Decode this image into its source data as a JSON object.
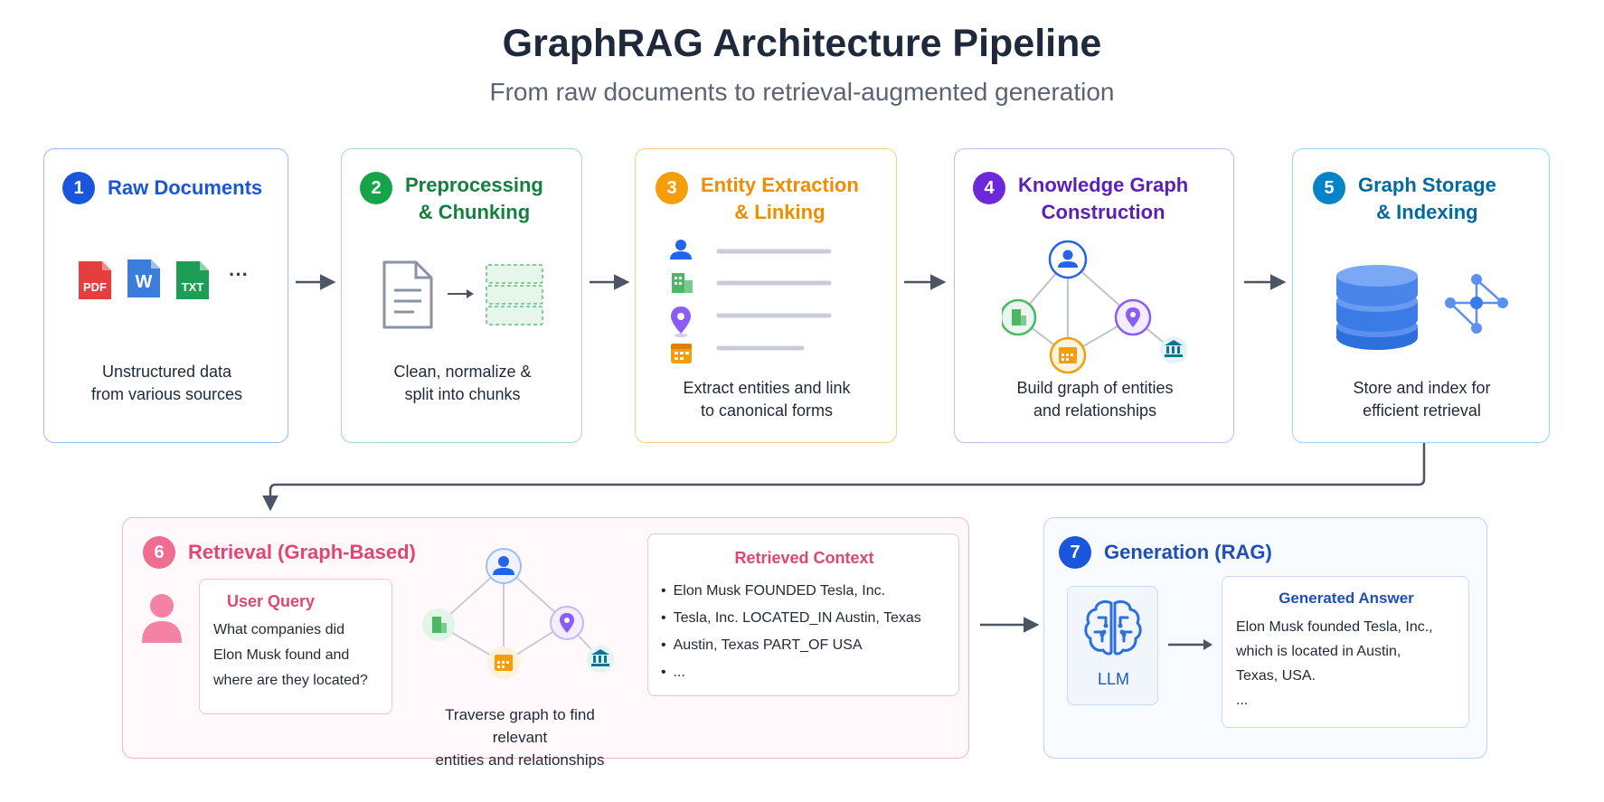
{
  "title": "GraphRAG Architecture Pipeline",
  "subtitle": "From raw documents to retrieval-augmented generation",
  "colors": {
    "blue": "#1a56db",
    "green": "#16a34a",
    "orange": "#f59e0b",
    "purple": "#6d28d9",
    "teal": "#0284c7",
    "pink": "#e11d63",
    "arrow": "#4b5563"
  },
  "steps": [
    {
      "num": "1",
      "title": "Raw Documents",
      "desc": "Unstructured data\nfrom various sources",
      "icons": [
        "pdf-file-icon",
        "word-file-icon",
        "txt-file-icon",
        "more-dots-icon"
      ],
      "badges": {
        "pdf": "PDF",
        "word": "W",
        "txt": "TXT",
        "more": "···"
      }
    },
    {
      "num": "2",
      "title": "Preprocessing\n& Chunking",
      "desc": "Clean, normalize &\nsplit into chunks",
      "icons": [
        "document-icon",
        "arrow-right-icon",
        "chunks-icon"
      ]
    },
    {
      "num": "3",
      "title": "Entity Extraction\n& Linking",
      "desc": "Extract entities and link\nto canonical forms",
      "icons": [
        "person-icon",
        "building-icon",
        "location-pin-icon",
        "calendar-icon"
      ]
    },
    {
      "num": "4",
      "title": "Knowledge Graph\nConstruction",
      "desc": "Build graph of entities\nand relationships",
      "icons": [
        "person-icon",
        "building-icon",
        "location-pin-icon",
        "calendar-icon",
        "institution-icon"
      ]
    },
    {
      "num": "5",
      "title": "Graph Storage\n& Indexing",
      "desc": "Store and index for\nefficient retrieval",
      "icons": [
        "database-icon",
        "network-icon"
      ]
    },
    {
      "num": "6",
      "title": "Retrieval (Graph-Based)",
      "desc": "Traverse graph to find relevant\nentities and relationships",
      "icons": [
        "user-icon",
        "person-icon",
        "building-icon",
        "location-pin-icon",
        "calendar-icon",
        "institution-icon"
      ],
      "query": {
        "label": "User Query",
        "lines": [
          "What companies did",
          "Elon Musk found and",
          "where are they located?"
        ]
      },
      "context": {
        "label": "Retrieved Context",
        "items": [
          "Elon Musk FOUNDED Tesla, Inc.",
          "Tesla, Inc. LOCATED_IN Austin, Texas",
          "Austin, Texas PART_OF USA",
          "..."
        ]
      }
    },
    {
      "num": "7",
      "title": "Generation (RAG)",
      "icons": [
        "brain-icon",
        "arrow-right-icon"
      ],
      "llm_label": "LLM",
      "answer": {
        "label": "Generated Answer",
        "text": "Elon Musk founded Tesla, Inc.,\nwhich is located in Austin,\nTexas, USA.\n..."
      }
    }
  ]
}
